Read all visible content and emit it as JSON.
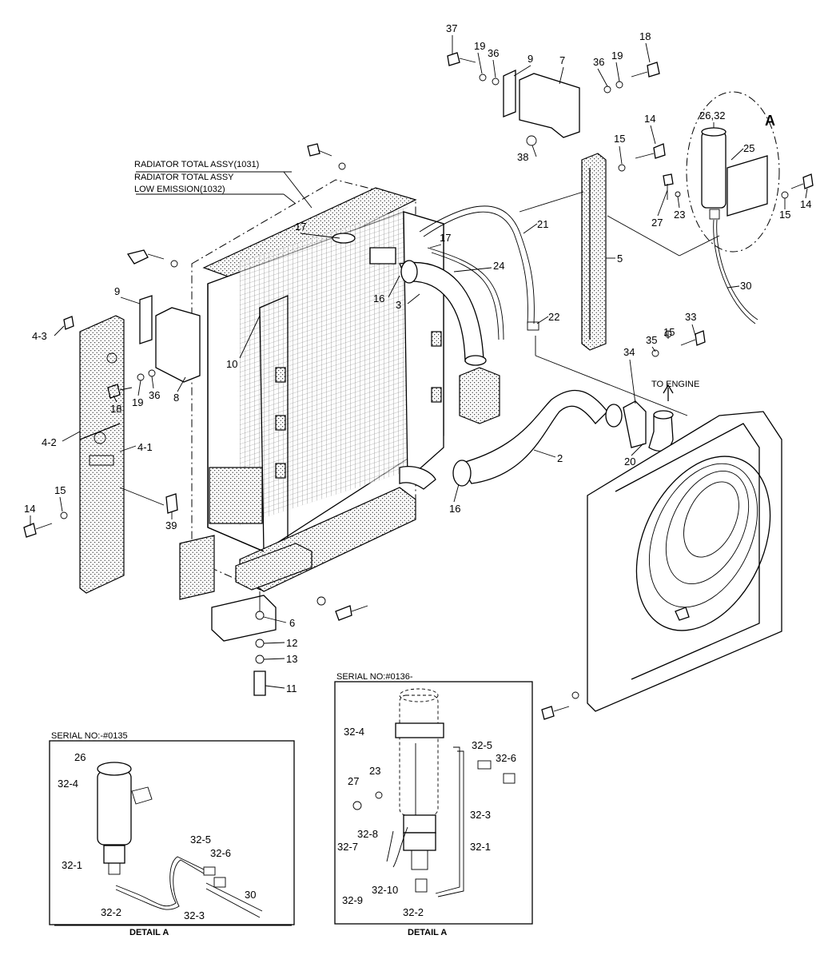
{
  "assembly_labels": {
    "line1": "RADIATOR TOTAL ASSY(1031)",
    "line2": "RADIATOR TOTAL ASSY",
    "line3": "LOW EMISSION(1032)"
  },
  "to_engine": "TO ENGINE",
  "detail_marker": "A",
  "detail_left": {
    "serial": "SERIAL NO:-#0135",
    "caption": "DETAIL A",
    "callouts": [
      "26",
      "32-4",
      "32-1",
      "32-2",
      "32-5",
      "32-6",
      "30",
      "32-3"
    ]
  },
  "detail_right": {
    "serial": "SERIAL NO:#0136-",
    "caption": "DETAIL A",
    "callouts": [
      "32-4",
      "32-5",
      "32-6",
      "27",
      "23",
      "32-3",
      "32-8",
      "32-7",
      "32-1",
      "32-9",
      "32-10",
      "32-2"
    ]
  },
  "callouts": {
    "c37": "37",
    "c19a": "19",
    "c36a": "36",
    "c9a": "9",
    "c7": "7",
    "c36b": "36",
    "c19b": "19",
    "c18a": "18",
    "c38": "38",
    "c15a": "15",
    "c14a": "14",
    "c2632": "26,32",
    "c25": "25",
    "c27": "27",
    "c23": "23",
    "c15b": "15",
    "c14b": "14",
    "c30": "30",
    "c21": "21",
    "c5": "5",
    "c17a": "17",
    "c17b": "17",
    "c24": "24",
    "c16a": "16",
    "c3": "3",
    "c22": "22",
    "c9b": "9",
    "c4_3": "4-3",
    "c10": "10",
    "c19c": "19",
    "c36c": "36",
    "c8": "8",
    "c18b": "18",
    "c33": "33",
    "c35": "35",
    "c15c": "15",
    "c34": "34",
    "c4_2": "4-2",
    "c4_1": "4-1",
    "c2": "2",
    "c20": "20",
    "c15d": "15",
    "c14c": "14",
    "c39": "39",
    "c16b": "16",
    "c6": "6",
    "c12": "12",
    "c13": "13",
    "c11": "11"
  }
}
